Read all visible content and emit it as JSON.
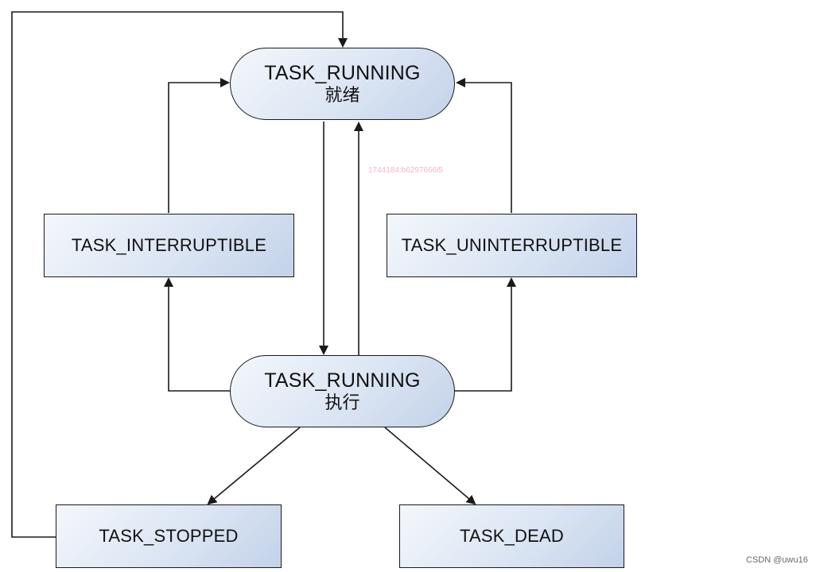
{
  "nodes": {
    "running_ready": {
      "line1": "TASK_RUNNING",
      "line2": "就绪"
    },
    "running_exec": {
      "line1": "TASK_RUNNING",
      "line2": "执行"
    },
    "interruptible": {
      "label": "TASK_INTERRUPTIBLE"
    },
    "uninterruptible": {
      "label": "TASK_UNINTERRUPTIBLE"
    },
    "stopped": {
      "label": "TASK_STOPPED"
    },
    "dead": {
      "label": "TASK_DEAD"
    }
  },
  "watermarks": {
    "center": "1744184:b6297666l5",
    "corner": "CSDN @uwu16"
  },
  "colors": {
    "stroke": "#1a1a1a",
    "node_fill_light": "#f4f7fc",
    "node_fill_dark": "#c3d2ea"
  }
}
